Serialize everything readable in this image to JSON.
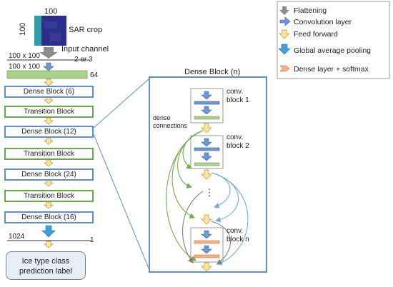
{
  "sar": {
    "width_label": "100",
    "height_label": "100",
    "caption": "SAR crop",
    "input_label": "Input channel",
    "input_dims": "100 x 100",
    "input_channels": "2 or 3",
    "feature_dims": "100 x 100",
    "feature_channels": "64"
  },
  "main_blocks": [
    {
      "kind": "dense",
      "label": "Dense Block (6)"
    },
    {
      "kind": "transition",
      "label": "Transition Block"
    },
    {
      "kind": "dense",
      "label": "Dense Block (12)"
    },
    {
      "kind": "transition",
      "label": "Transition Block"
    },
    {
      "kind": "dense",
      "label": "Dense Block (24)"
    },
    {
      "kind": "transition",
      "label": "Transition Block"
    },
    {
      "kind": "dense",
      "label": "Dense Block (16)"
    }
  ],
  "pooling": {
    "in_dim": "1024",
    "out_dim": "1"
  },
  "output_label_line1": "Ice type class",
  "output_label_line2": "prediction label",
  "dense_block_detail": {
    "title": "Dense Block (n)",
    "conv_block_1": [
      "conv.",
      "block 1"
    ],
    "conv_block_2": [
      "conv.",
      "block 2"
    ],
    "conv_block_n": [
      "conv.",
      "block n"
    ],
    "dense_connections": [
      "dense",
      "connections"
    ],
    "ellipsis": "⋮"
  },
  "legend": {
    "items": [
      "Flattening",
      "Convolution layer",
      "Feed forward",
      "Global average pooling",
      "Dense layer + softmax"
    ]
  },
  "colors": {
    "dense_border": "#5b8fd0",
    "transition_border": "#6aa84f",
    "conv_blue": "#6f98d0",
    "feature_green": "#a9d18e",
    "feed_forward": "#ffe699",
    "gap_blue": "#3fa0dc",
    "softmax": "#f4b183",
    "green_arrow": "#70ad47",
    "blue_arrow": "#6baed6",
    "gray_arrow": "#7f7f7f"
  }
}
